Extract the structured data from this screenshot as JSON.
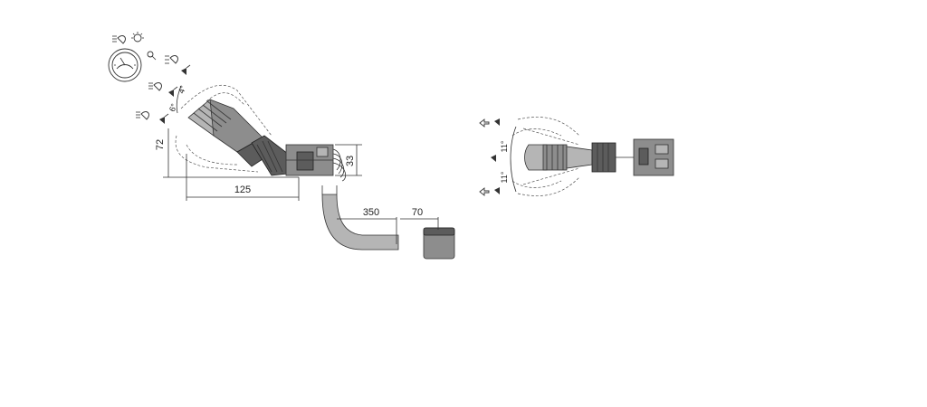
{
  "left_view": {
    "dimensions": {
      "height_vertical": "72",
      "length_horizontal": "125",
      "connector_height": "33",
      "cable_length": "350",
      "plug_length": "70",
      "angle_upper": "4°",
      "angle_lower": "6°"
    }
  },
  "right_view": {
    "dimensions": {
      "angle_upper": "11°",
      "angle_lower": "11°"
    }
  },
  "icons": [
    "low-beam-icon",
    "light-bulb-icon",
    "instrument-dial-icon",
    "fog-light-icon",
    "horn-icon",
    "turn-signal-arrow-icon"
  ]
}
